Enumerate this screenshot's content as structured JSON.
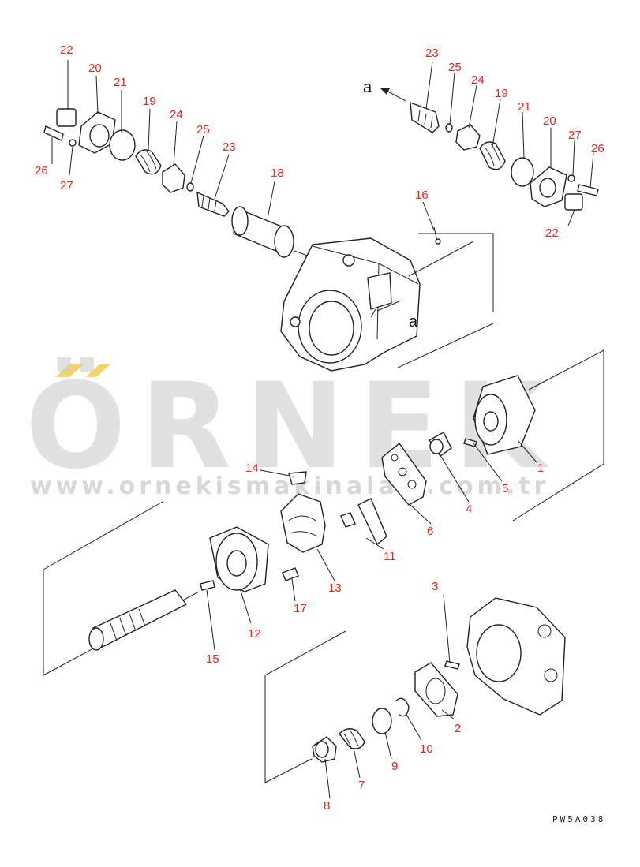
{
  "watermark": {
    "brand": "ÖRNEK",
    "url": "www.ornekismakinalari.com.tr",
    "dot_color": "#f3d36a",
    "text_color": "#c8c8c8"
  },
  "drawing_code": "PW5A038",
  "view_letters": [
    "a",
    "a"
  ],
  "callouts": [
    "22",
    "20",
    "21",
    "19",
    "24",
    "25",
    "23",
    "26",
    "27",
    "18",
    "23",
    "25",
    "24",
    "19",
    "21",
    "20",
    "27",
    "26",
    "22",
    "16",
    "14",
    "1",
    "5",
    "4",
    "6",
    "11",
    "13",
    "12",
    "17",
    "15",
    "3",
    "2",
    "10",
    "9",
    "7",
    "8"
  ],
  "colors": {
    "callout": "#e0281e",
    "line": "#222222"
  }
}
